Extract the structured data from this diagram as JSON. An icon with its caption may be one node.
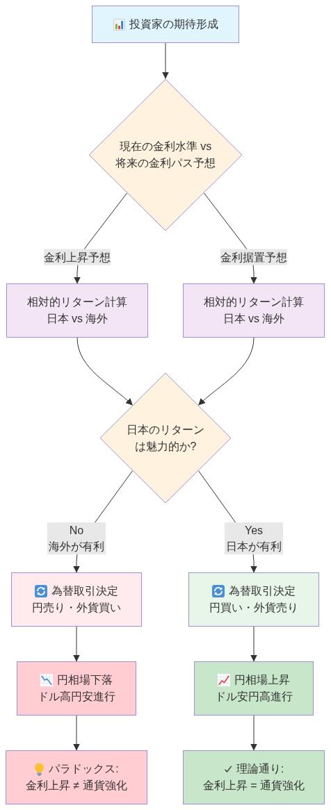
{
  "diagram": {
    "nodes": [
      {
        "text": [
          "投資家の期待形成"
        ]
      },
      {
        "text": [
          "現在の金利水準 vs 将来の金利パス予想"
        ]
      },
      {
        "text": [
          "相対的リターン計算",
          "日本 vs 海外"
        ]
      },
      {
        "text": [
          "相対的リターン計算",
          "日本 vs 海外"
        ]
      },
      {
        "text": [
          "日本のリターンは魅力的か?"
        ]
      },
      {
        "text": [
          "為替取引決定",
          "円売り・外貨買い"
        ]
      },
      {
        "text": [
          "為替取引決定",
          "円買い・外貨売り"
        ]
      },
      {
        "text": [
          "円相場下落",
          "ドル高円安進行"
        ]
      },
      {
        "text": [
          "円相場上昇",
          "ドル安円高進行"
        ]
      },
      {
        "text": [
          "パラドックス:",
          "金利上昇 ≠ 通貨強化"
        ]
      },
      {
        "text": [
          "理論通り:",
          "金利上昇 = 通貨強化"
        ]
      }
    ],
    "edges": [
      {
        "from": 0,
        "to": 1,
        "arrow": "to"
      },
      {
        "from": 1,
        "to": 2,
        "arrow": "to",
        "label": "金利上昇予想"
      },
      {
        "from": 1,
        "to": 3,
        "arrow": "to",
        "label": "金利据置予想"
      },
      {
        "from": 2,
        "to": 4,
        "arrow": "to"
      },
      {
        "from": 3,
        "to": 4,
        "arrow": "to"
      },
      {
        "from": 4,
        "to": 5,
        "arrow": "to",
        "label": "No 海外が有利"
      },
      {
        "from": 4,
        "to": 6,
        "arrow": "to",
        "label": "Yes 日本が有利"
      },
      {
        "from": 5,
        "to": 7,
        "arrow": "to"
      },
      {
        "from": 6,
        "to": 8,
        "arrow": "to"
      },
      {
        "from": 7,
        "to": 9,
        "arrow": "to"
      },
      {
        "from": 8,
        "to": 10,
        "arrow": "to"
      }
    ]
  }
}
